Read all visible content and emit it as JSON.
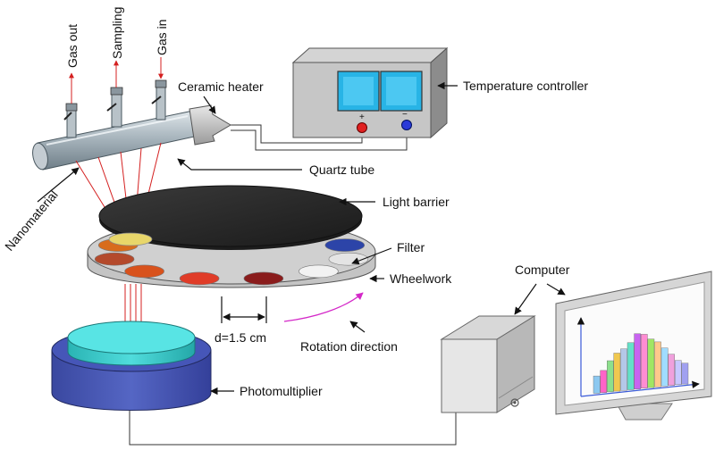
{
  "labels": {
    "gas_out": "Gas out",
    "sampling": "Sampling",
    "gas_in": "Gas in",
    "ceramic_heater": "Ceramic heater",
    "temperature_controller": "Temperature controller",
    "quartz_tube": "Quartz tube",
    "nanomaterial": "Nanomaterial",
    "light_barrier": "Light barrier",
    "filter": "Filter",
    "wheelwork": "Wheelwork",
    "distance": "d=1.5 cm",
    "rotation_direction": "Rotation direction",
    "computer": "Computer",
    "photomultiplier": "Photomultiplier",
    "plus_sign": "+",
    "minus_sign": "−"
  },
  "colors": {
    "filters": [
      "#e8d66a",
      "#f2b020",
      "#d86c1c",
      "#b44a2c",
      "#d8521c",
      "#e03c28",
      "#8a1c1c",
      "#f2f2f2",
      "#e4e4e4",
      "#2c44a8",
      "#12206c",
      "#6c7ec4"
    ],
    "screen_bars": [
      "#8cc8f0",
      "#ff64c8",
      "#8ce08c",
      "#f0c850",
      "#b4c8e8",
      "#64e0c8",
      "#c864f0",
      "#ff8cd2",
      "#a0e664",
      "#ffc88c",
      "#a0dcff",
      "#f0a0dc",
      "#c8c8ff",
      "#a0a0f0"
    ],
    "light_rays": "#d42020",
    "rotation_arrow": "#d428c8",
    "photomultiplier_body": "#4a5ab8",
    "photomultiplier_top": "#3cc8c8",
    "tube": "#aab4bc",
    "disc_top": "#2c2c2c"
  },
  "chart_data": {
    "type": "bar",
    "values": [
      25,
      32,
      45,
      55,
      60,
      68,
      80,
      78,
      70,
      65,
      55,
      45,
      35,
      30
    ]
  }
}
